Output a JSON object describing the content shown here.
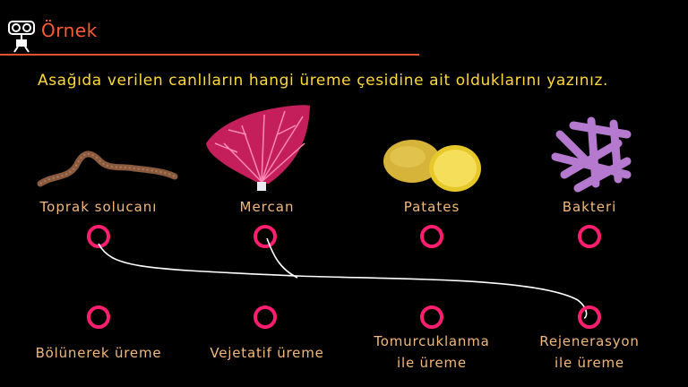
{
  "header": {
    "title": "Örnek",
    "icon": "robot-icon"
  },
  "question": "Asağıda verilen canlıların hangi üreme çesidine ait olduklarını yazınız.",
  "organisms": [
    {
      "label": "Toprak solucanı",
      "icon": "earthworm-image"
    },
    {
      "label": "Mercan",
      "icon": "coral-image"
    },
    {
      "label": "Patates",
      "icon": "potato-image"
    },
    {
      "label": "Bakteri",
      "icon": "bacteria-image"
    }
  ],
  "reproduction_types": [
    {
      "line1": "Bölünerek üreme",
      "line2": ""
    },
    {
      "line1": "Vejetatif üreme",
      "line2": ""
    },
    {
      "line1": "Tomurcuklanma",
      "line2": "ile üreme"
    },
    {
      "line1": "Rejenerasyon",
      "line2": "ile üreme"
    }
  ],
  "colors": {
    "accent": "#ff5a3a",
    "question": "#ffd83a",
    "label": "#f2b97a",
    "circle": "#ff1f6e"
  }
}
